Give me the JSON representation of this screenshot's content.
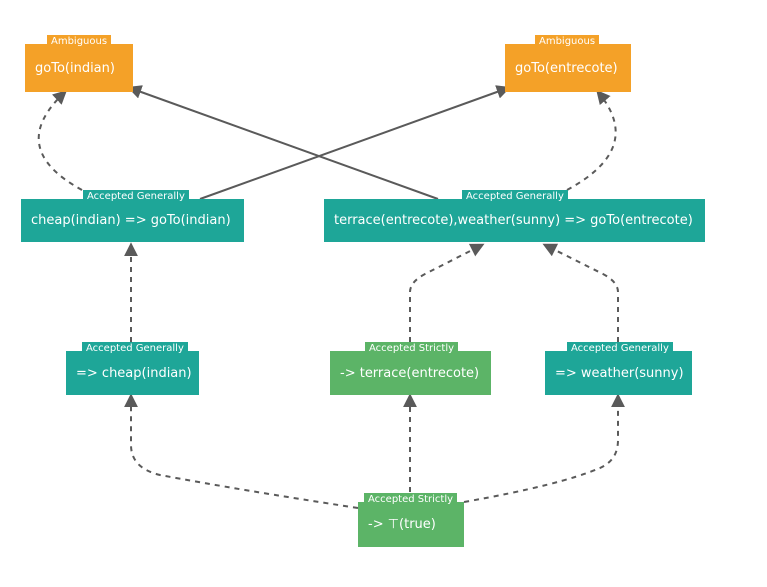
{
  "colors": {
    "ambiguous": "#f4a128",
    "accepted_generally": "#1ea698",
    "accepted_strictly": "#5cb467",
    "support_edge": "#5a5a5a",
    "attack_edge": "#5a5a5a"
  },
  "nodes": {
    "goto_indian": {
      "status": "Ambiguous",
      "label": "goTo(indian)"
    },
    "goto_entrecote": {
      "status": "Ambiguous",
      "label": "goTo(entrecote)"
    },
    "rule_indian": {
      "status": "Accepted Generally",
      "label": "cheap(indian) => goTo(indian)"
    },
    "rule_entrecote": {
      "status": "Accepted Generally",
      "label": "terrace(entrecote),weather(sunny) => goTo(entrecote)"
    },
    "cheap_indian": {
      "status": "Accepted Generally",
      "label": "=> cheap(indian)"
    },
    "terrace_entrecote": {
      "status": "Accepted Strictly",
      "label": "-> terrace(entrecote)"
    },
    "weather_sunny": {
      "status": "Accepted Generally",
      "label": "=> weather(sunny)"
    },
    "top_true": {
      "status": "Accepted Strictly",
      "label": "-> ⊤(true)"
    }
  }
}
